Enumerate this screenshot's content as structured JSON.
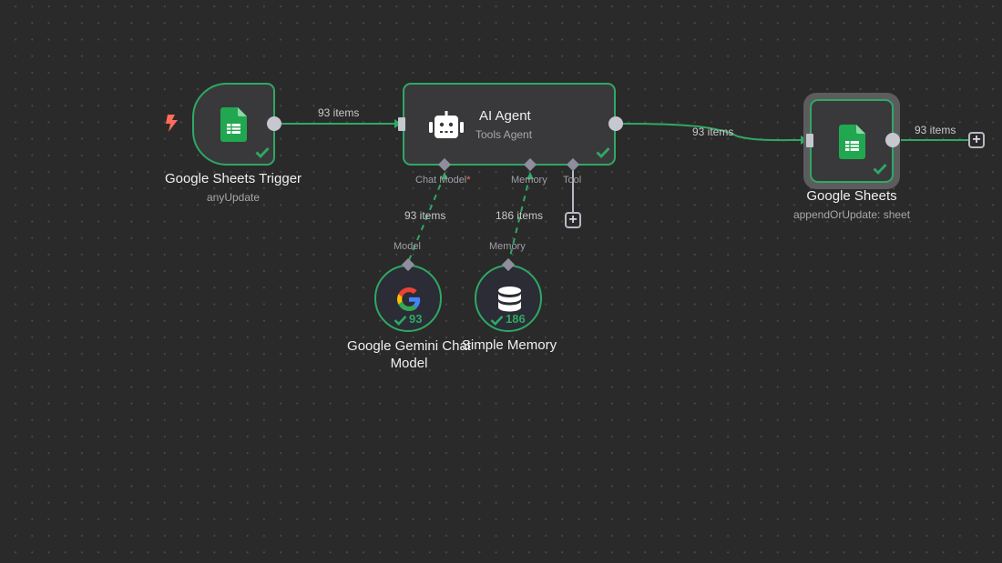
{
  "canvas": {
    "background": "#2a2a2a",
    "accent_success": "#2fa864",
    "trigger_color": "#ff6d5a"
  },
  "nodes": {
    "trigger": {
      "title": "Google Sheets Trigger",
      "subtitle": "anyUpdate",
      "icon": "google-sheets-icon",
      "status": "success"
    },
    "agent": {
      "title": "AI Agent",
      "subtitle": "Tools Agent",
      "icon": "robot-icon",
      "status": "success",
      "ports": {
        "chat_model": "Chat Model",
        "chat_model_required": "*",
        "memory": "Memory",
        "tool": "Tool"
      }
    },
    "sheets": {
      "title": "Google Sheets",
      "subtitle": "appendOrUpdate: sheet",
      "icon": "google-sheets-icon",
      "status": "success"
    },
    "gemini": {
      "title": "Google Gemini Chat",
      "title_line2": "Model",
      "port_label": "Model",
      "icon": "google-icon",
      "count": "93"
    },
    "memory": {
      "title": "Simple Memory",
      "port_label": "Memory",
      "icon": "database-icon",
      "count": "186"
    }
  },
  "edges": {
    "trigger_to_agent": "93 items",
    "agent_to_sheets": "93 items",
    "sheets_out": "93 items",
    "gemini_to_agent": "93 items",
    "memory_to_agent": "186 items"
  }
}
